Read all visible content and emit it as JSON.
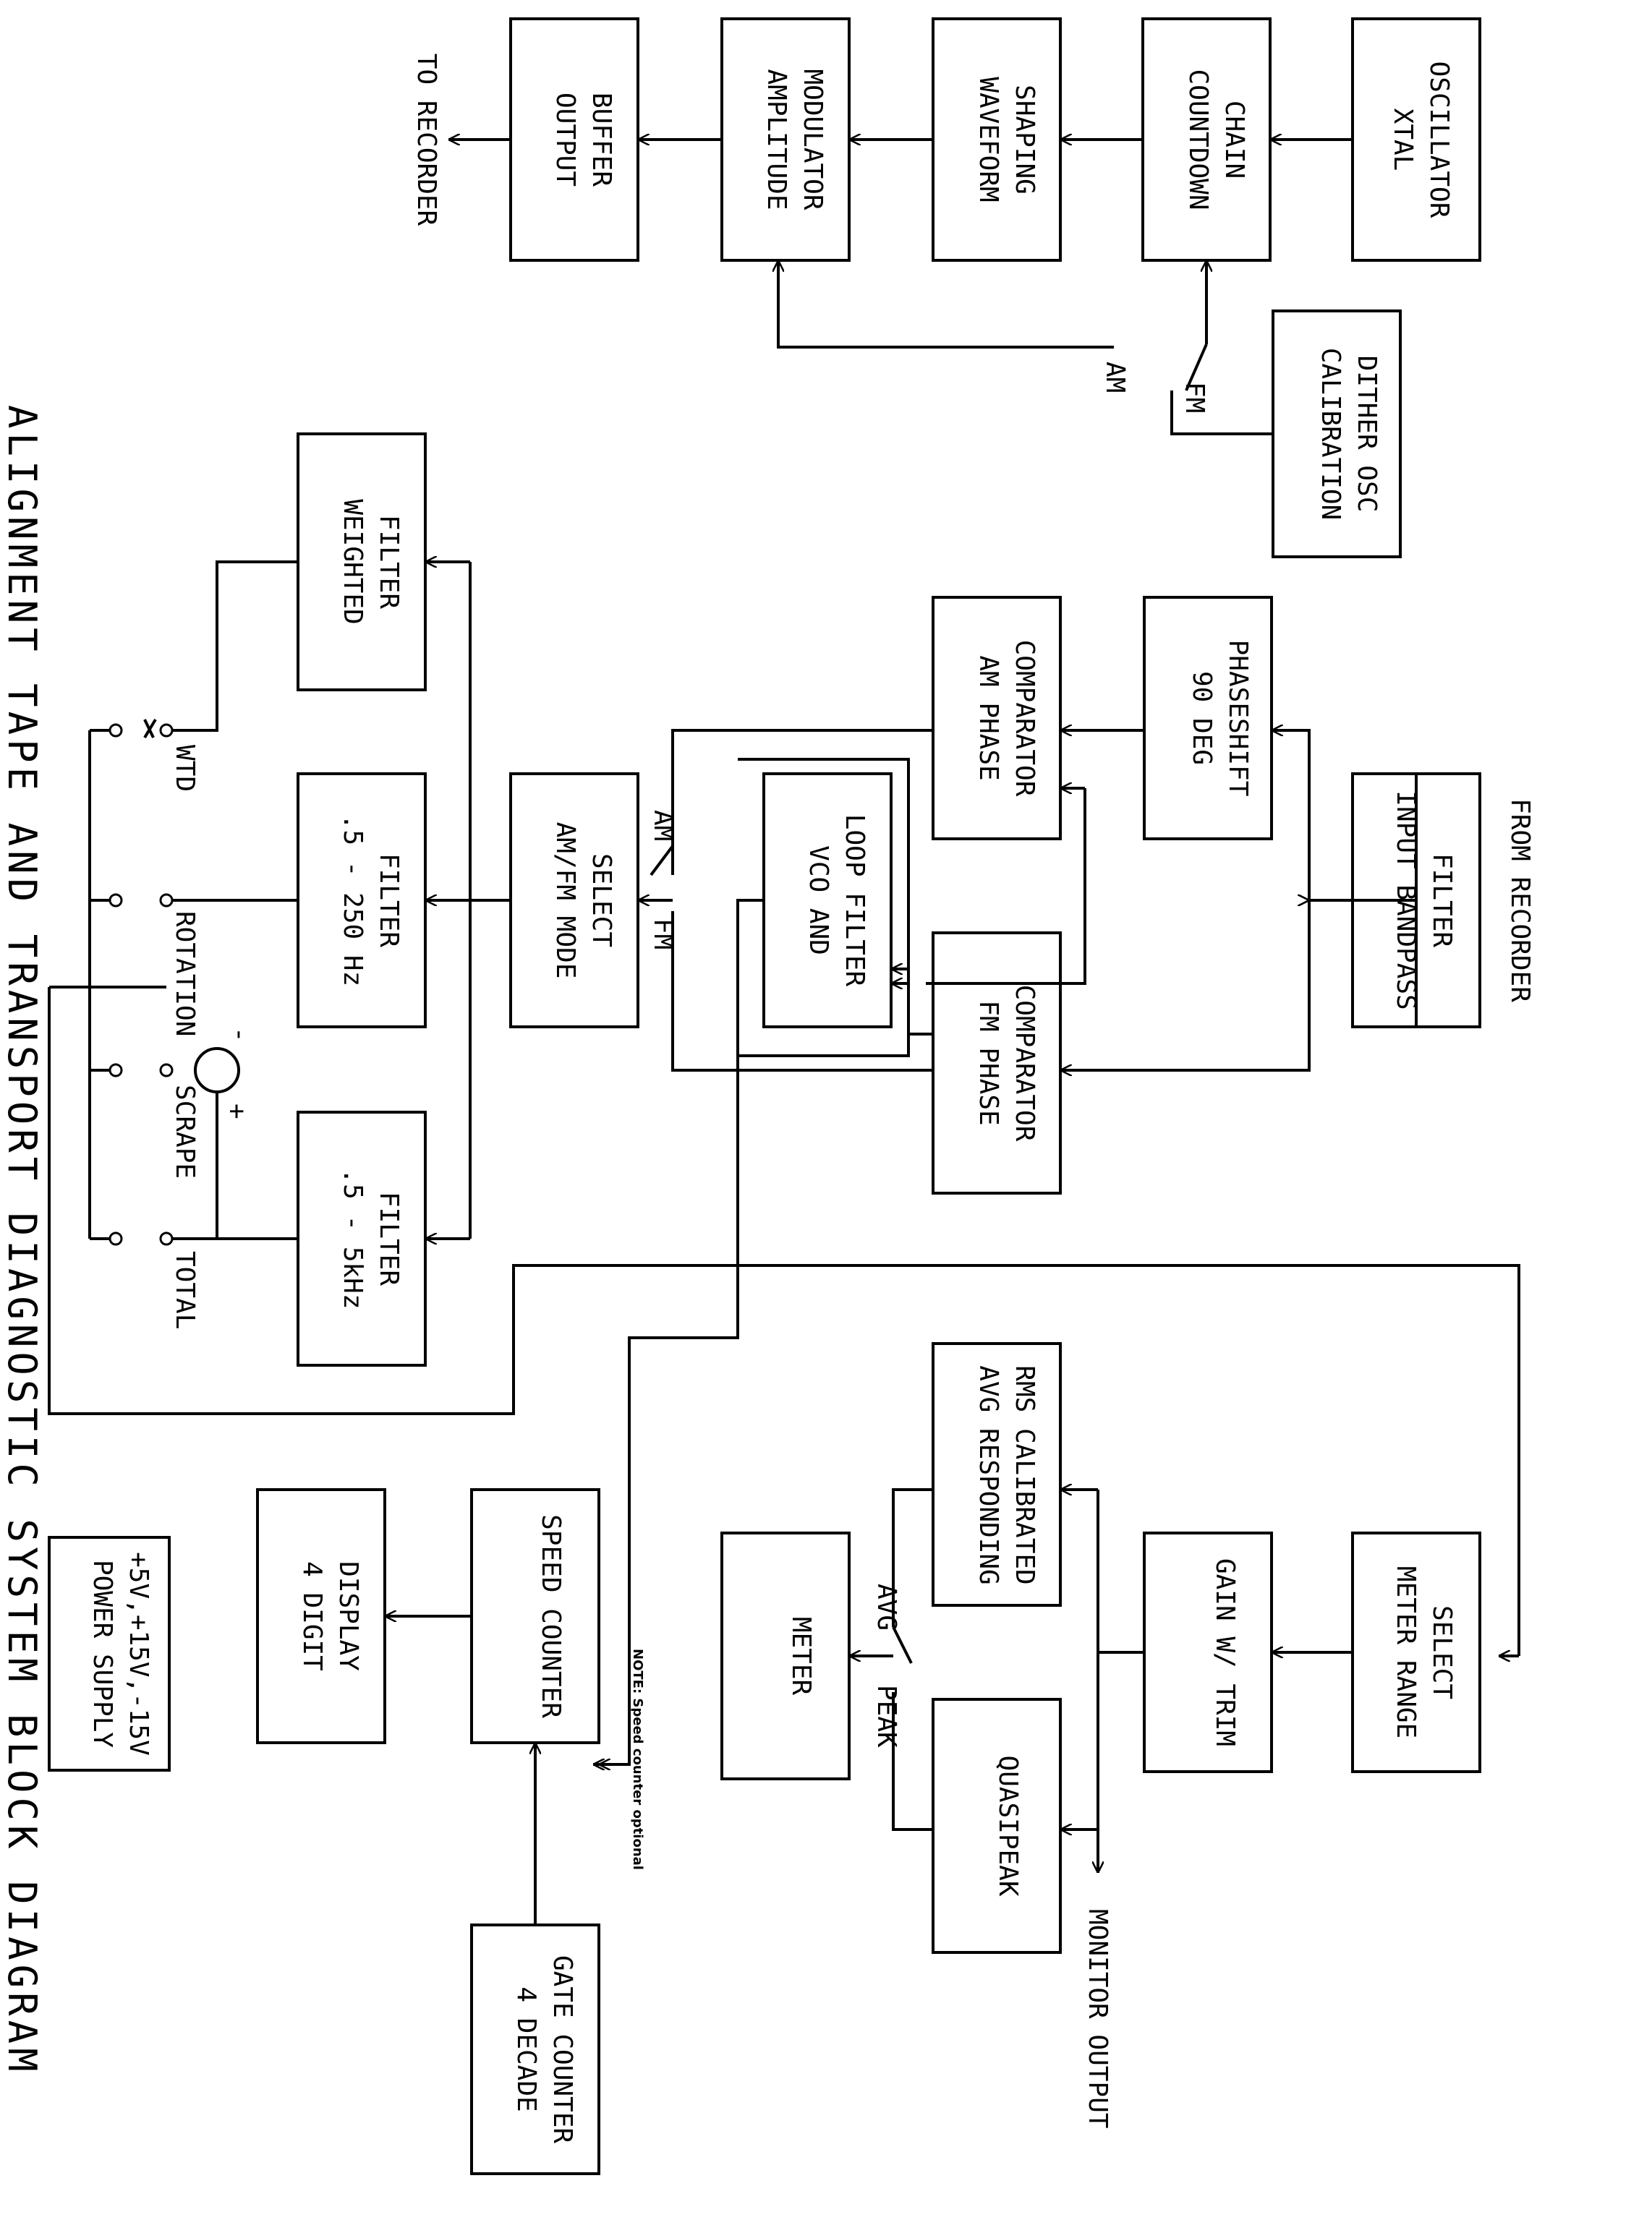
{
  "title": "ALIGNMENT TAPE AND TRANSPORT DIAGNOSTIC SYSTEM BLOCK DIAGRAM",
  "note": "NOTE: Speed counter optional",
  "blocks": {
    "xtal_osc": [
      "XTAL",
      "OSCILLATOR"
    ],
    "countdown_chain": [
      "COUNTDOWN",
      "CHAIN"
    ],
    "waveform_shaping": [
      "WAVEFORM",
      "SHAPING"
    ],
    "amplitude_modulator": [
      "AMPLITUDE",
      "MODULATOR"
    ],
    "output_buffer": [
      "OUTPUT",
      "BUFFER"
    ],
    "calibration_dither_osc": [
      "CALIBRATION",
      "DITHER OSC"
    ],
    "input_bandpass_filter": [
      "INPUT BANDPASS",
      "FILTER"
    ],
    "phaseshift_90": [
      "90 DEG",
      "PHASESHIFT"
    ],
    "am_phase_comparator": [
      "AM PHASE",
      "COMPARATOR"
    ],
    "fm_phase_comparator": [
      "FM PHASE",
      "COMPARATOR"
    ],
    "vco_loop_filter": [
      "VCO AND",
      "LOOP FILTER"
    ],
    "am_fm_mode_select": [
      "AM/FM MODE",
      "SELECT"
    ],
    "weighted_filter": [
      "WEIGHTED",
      "FILTER"
    ],
    "filter_250hz": [
      ".5 - 250 Hz",
      "FILTER"
    ],
    "filter_5khz": [
      ".5 - 5kHz",
      "FILTER"
    ],
    "meter_range_select": [
      "METER RANGE",
      "SELECT"
    ],
    "gain_trim": [
      "GAIN W/ TRIM"
    ],
    "avg_rms": [
      "AVG RESPONDING",
      "RMS CALIBRATED"
    ],
    "quasipeak": [
      "QUASIPEAK"
    ],
    "meter": [
      "METER"
    ],
    "speed_counter": [
      "SPEED COUNTER"
    ],
    "gate_counter": [
      "4 DECADE",
      "GATE COUNTER"
    ],
    "digit_display": [
      "4 DIGIT",
      "DISPLAY"
    ],
    "power_supply": [
      "POWER SUPPLY",
      "+5V,+15V,-15V"
    ]
  },
  "labels": {
    "to_recorder": "TO RECORDER",
    "from_recorder": "FROM RECORDER",
    "monitor_output": "MONITOR OUTPUT",
    "am": "AM",
    "fm": "FM",
    "avg": "AVG",
    "peak": "PEAK",
    "wtd": "WTD",
    "rotation": "ROTATION",
    "scrape": "SCRAPE",
    "total": "TOTAL",
    "minus": "-",
    "plus": "+"
  }
}
